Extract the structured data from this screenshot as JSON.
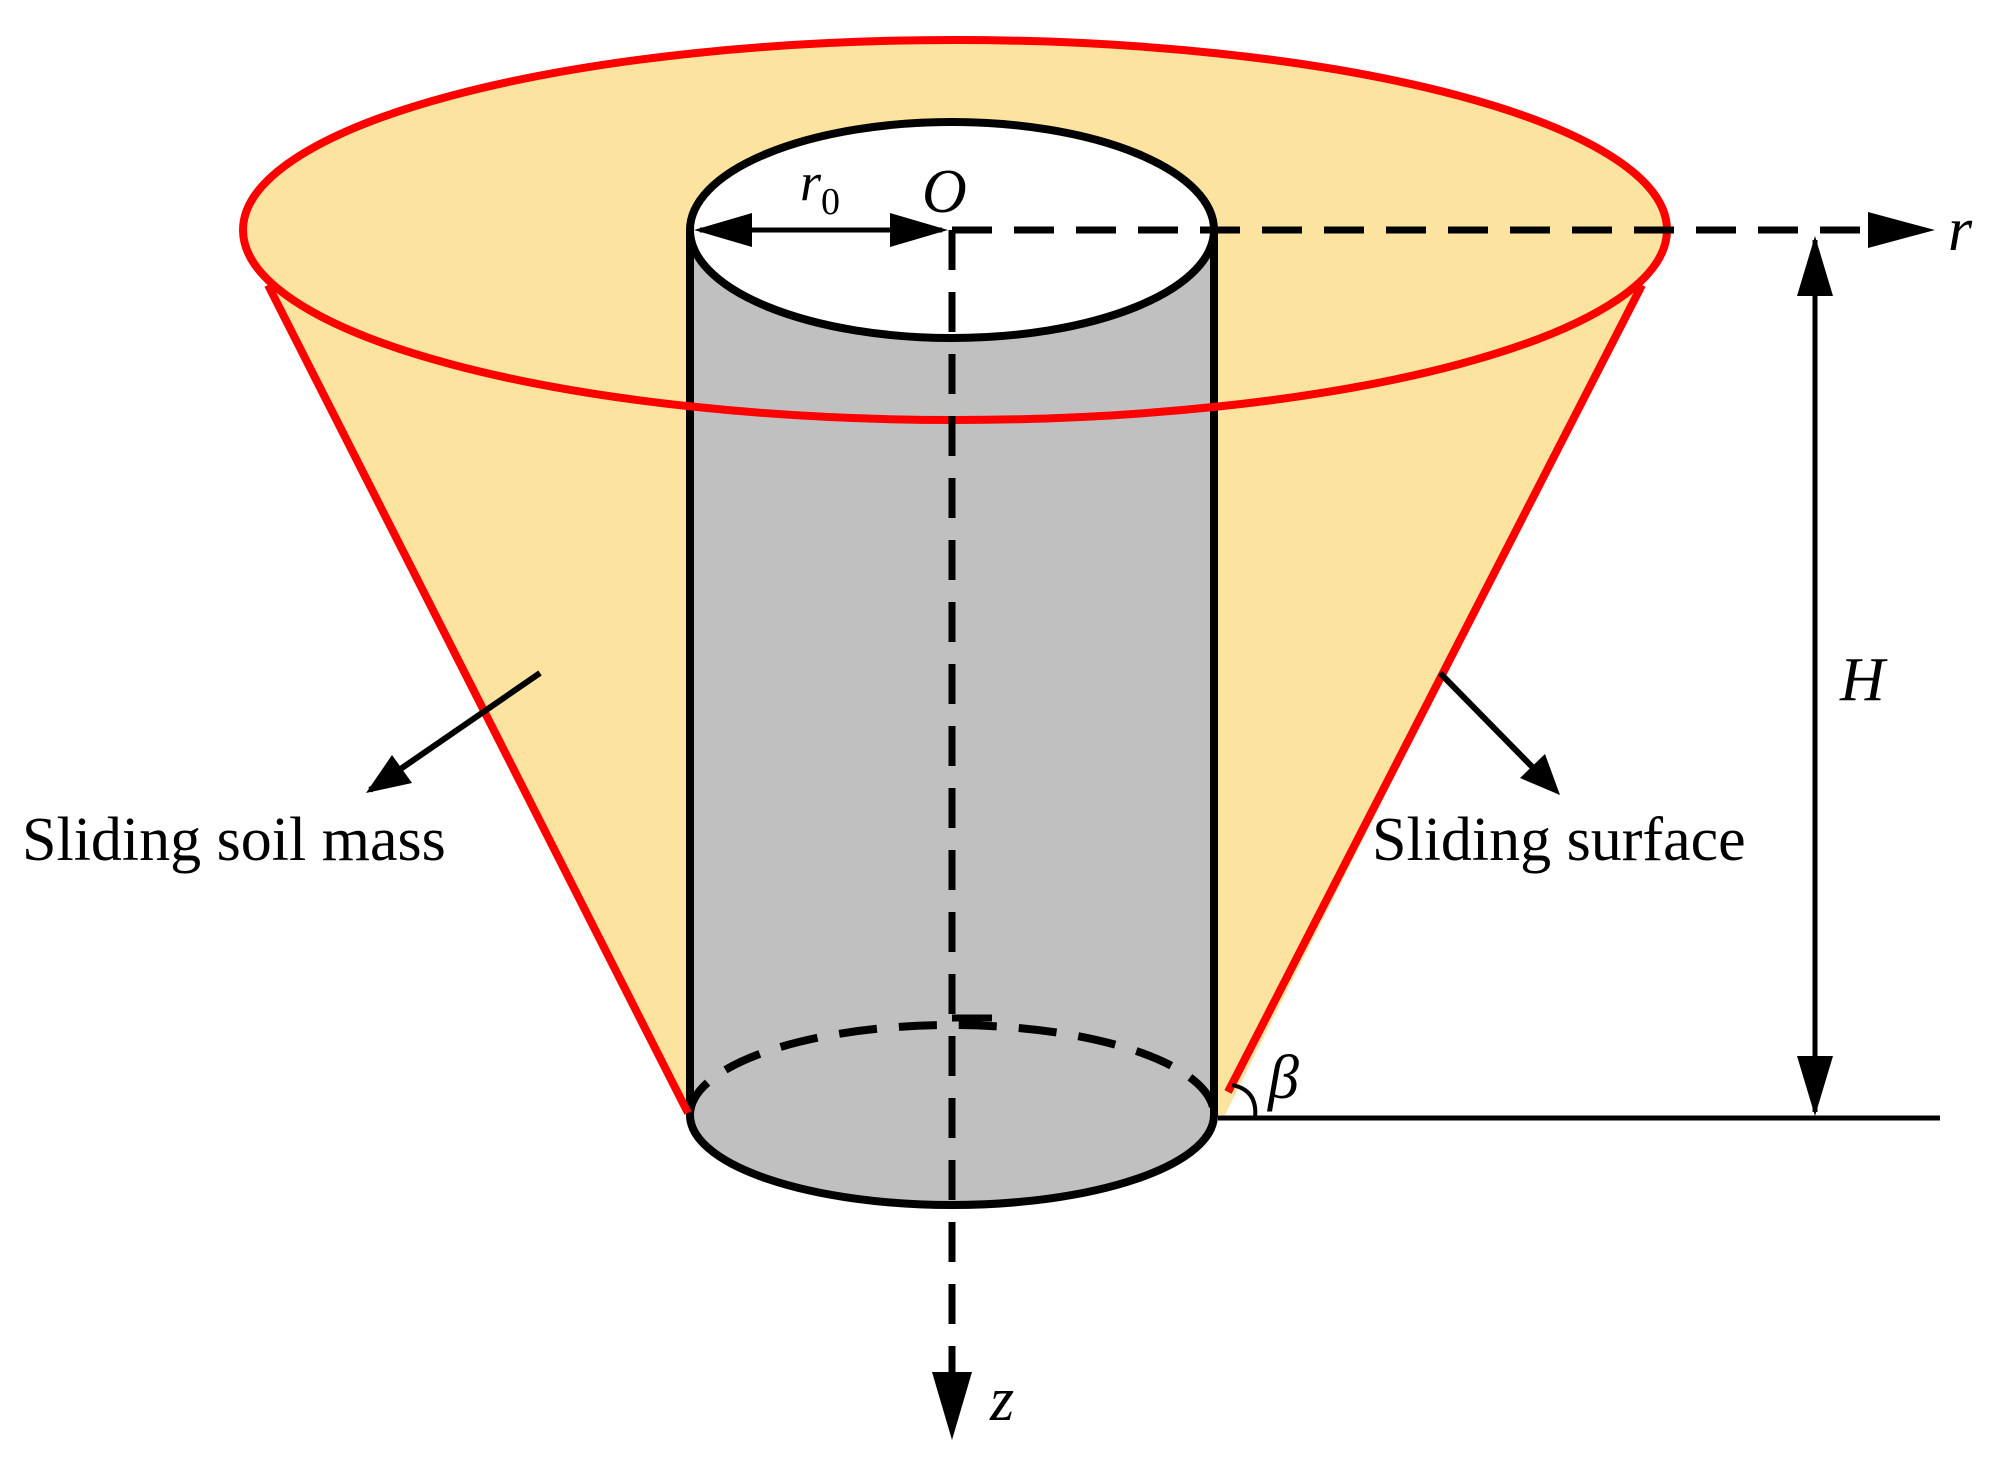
{
  "labels": {
    "origin": "O",
    "radius_symbol": "r",
    "radius_subscript": "0",
    "r_axis": "r",
    "z_axis": "z",
    "height": "H",
    "angle": "β",
    "soil_mass": "Sliding soil mass",
    "surface": "Sliding surface"
  },
  "colors": {
    "soil_fill": "#FCE4A0",
    "sliding_surface": "#FF0000",
    "pile_fill": "#C0C0C0",
    "pile_outline": "#000000",
    "pile_top_face": "#FFFFFF",
    "axes": "#000000"
  }
}
